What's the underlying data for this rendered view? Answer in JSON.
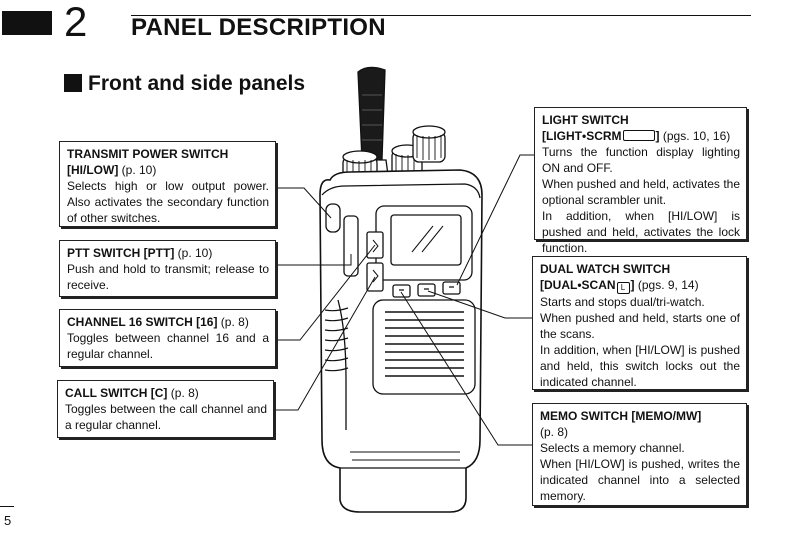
{
  "header": {
    "chapter_number": "2",
    "title": "PANEL DESCRIPTION"
  },
  "section": {
    "title": "Front and side panels"
  },
  "callouts": {
    "transmit_power": {
      "title": "TRANSMIT POWER SWITCH",
      "key": "[HI/LOW]",
      "ref": " (p. 10)",
      "text": "Selects high or low output power. Also activates the secondary function of other switches."
    },
    "ptt": {
      "title": "PTT SWITCH [PTT]",
      "ref": " (p. 10)",
      "text": "Push and hold to transmit; release to receive."
    },
    "ch16": {
      "title": "CHANNEL 16 SWITCH [16]",
      "ref": " (p. 8)",
      "text": "Toggles between channel 16 and a regular channel."
    },
    "call": {
      "title": "CALL SWITCH [C]",
      "ref": " (p. 8)",
      "text": "Toggles between the call channel and a regular channel."
    },
    "light": {
      "title": "LIGHT SWITCH",
      "key_prefix": "[LIGHT•SCRM",
      "key_suffix": "]",
      "ref": " (pgs. 10, 16)",
      "text1": "Turns the function display lighting ON and OFF.",
      "text2": "When pushed and held, activates the optional scrambler unit.",
      "text3": "In addition, when [HI/LOW] is pushed and held, activates the lock function."
    },
    "dual": {
      "title": "DUAL WATCH SWITCH",
      "key_prefix": "[DUAL•SCAN",
      "key_icon": "L",
      "key_suffix": "]",
      "ref": " (pgs. 9, 14)",
      "text1": "Starts and stops dual/tri-watch.",
      "text2": "When pushed and held, starts one of the scans.",
      "text3": "In addition, when [HI/LOW] is pushed and held, this switch locks out the indicated channel."
    },
    "memo": {
      "title": "MEMO SWITCH [MEMO/MW]",
      "ref": "(p. 8)",
      "text1": "Selects a memory channel.",
      "text2": "When [HI/LOW] is pushed, writes the indicated channel into a selected memory."
    }
  },
  "footer": {
    "page_number": "5"
  }
}
